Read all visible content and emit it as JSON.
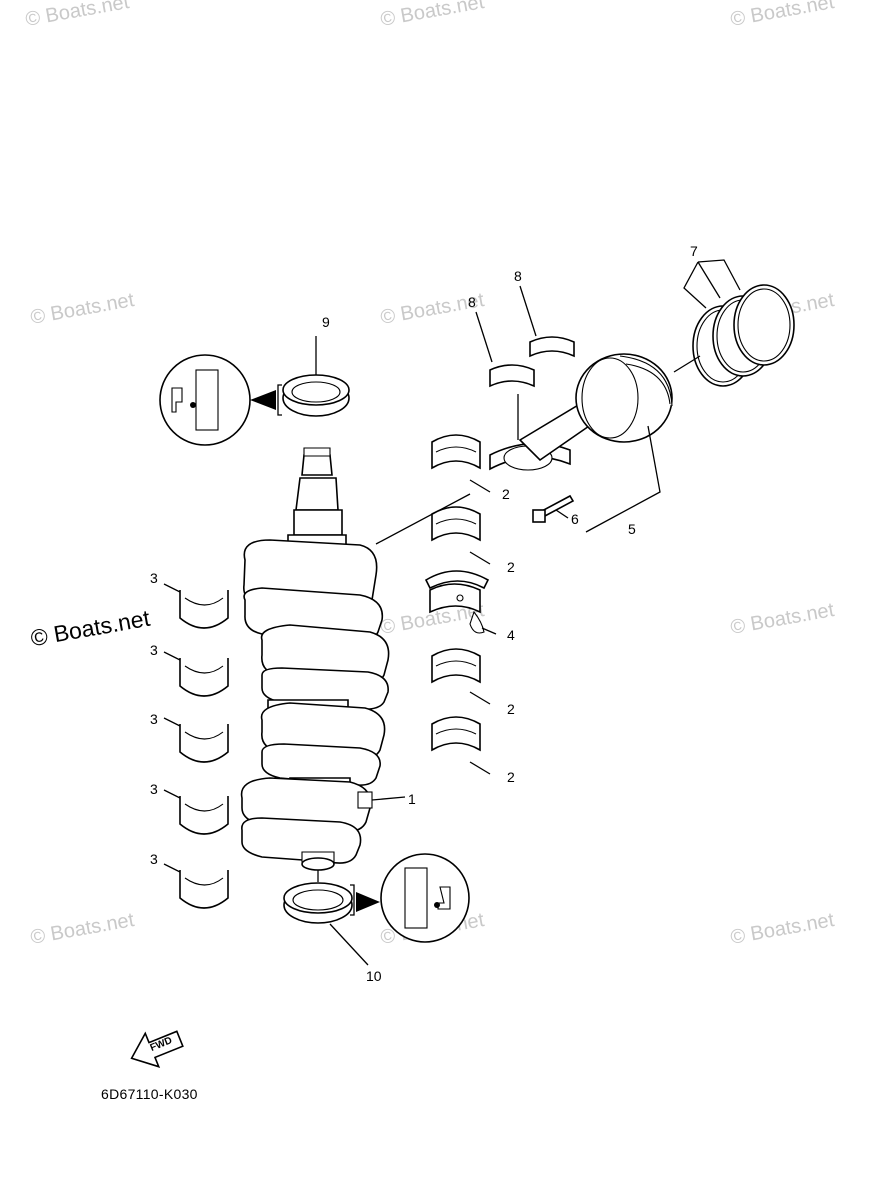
{
  "watermarks": {
    "text": "© Boats.net"
  },
  "callouts": {
    "crankshaft": "1",
    "main_bearing_upper": "2",
    "main_bearing_lower": "3",
    "thrust_bearing": "4",
    "connecting_rod_assy": "5",
    "rod_bolt": "6",
    "piston_rings": "7",
    "rod_bearing": "8",
    "oil_seal_top": "9",
    "oil_seal_bottom": "10"
  },
  "fwd_label": "FWD",
  "drawing_code": "6D67110-K030"
}
